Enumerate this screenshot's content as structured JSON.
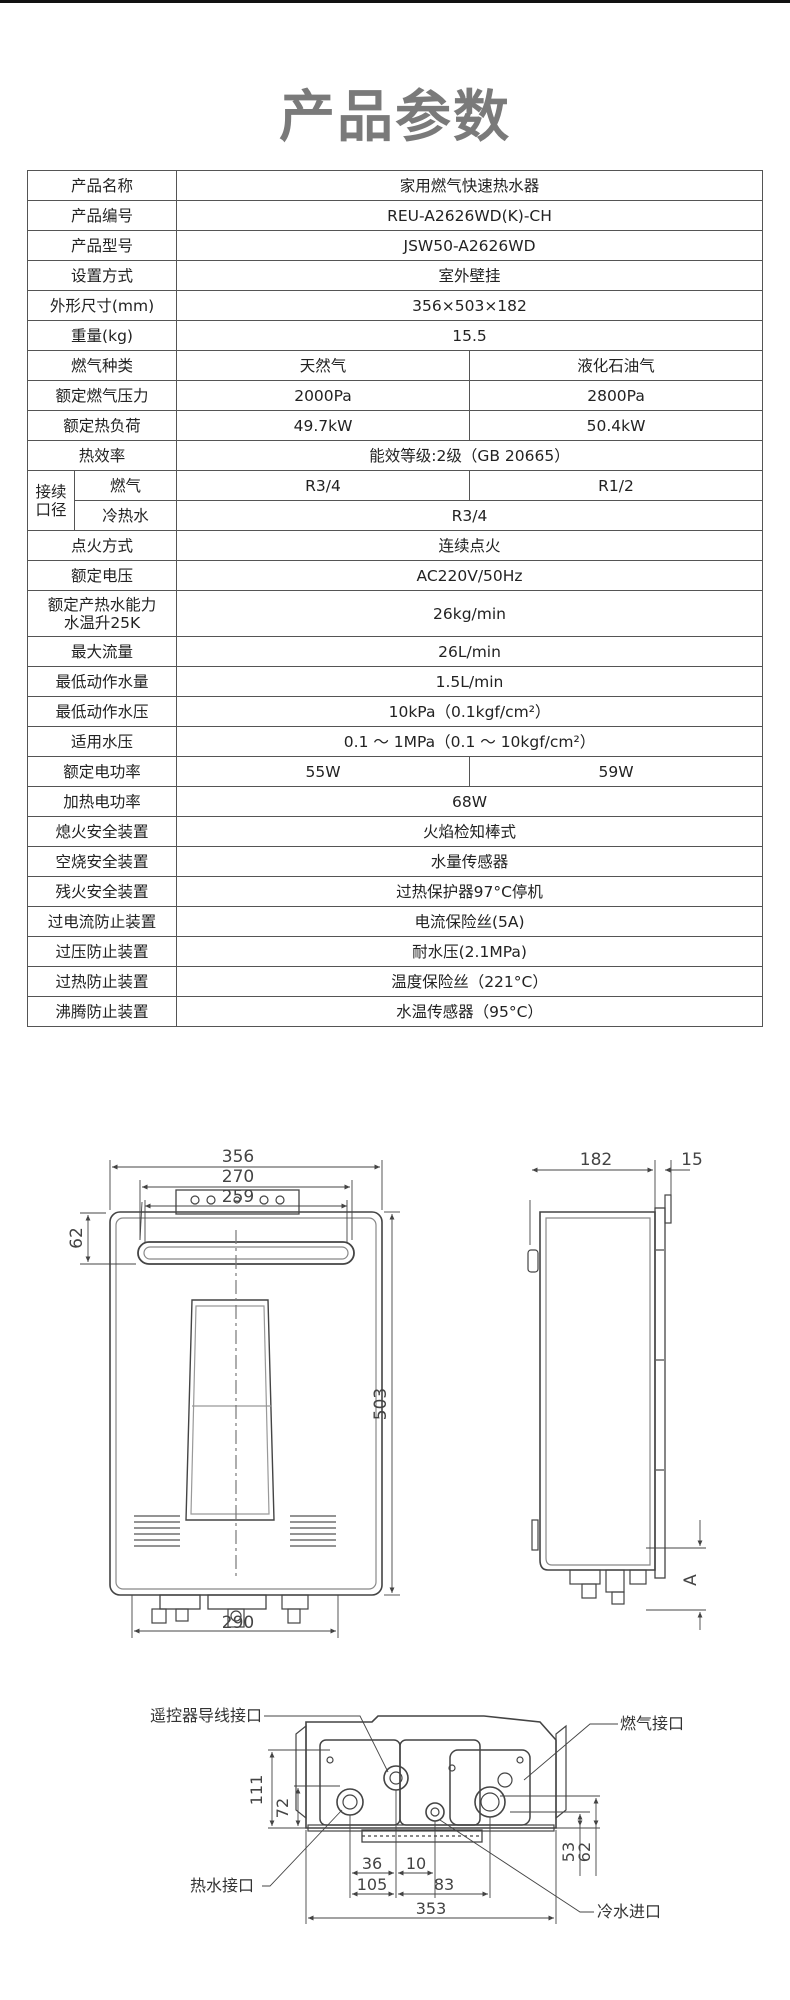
{
  "title": "产品参数",
  "specs": {
    "name": {
      "label": "产品名称",
      "value": "家用燃气快速热水器"
    },
    "code": {
      "label": "产品编号",
      "value": "REU-A2626WD(K)-CH"
    },
    "model": {
      "label": "产品型号",
      "value": "JSW50-A2626WD"
    },
    "install": {
      "label": "设置方式",
      "value": "室外壁挂"
    },
    "size": {
      "label": "外形尺寸(mm)",
      "value": "356×503×182"
    },
    "weight": {
      "label": "重量(kg)",
      "value": "15.5"
    },
    "gas_type": {
      "label": "燃气种类",
      "natural": "天然气",
      "lpg": "液化石油气"
    },
    "gas_pressure": {
      "label": "额定燃气压力",
      "natural": "2000Pa",
      "lpg": "2800Pa"
    },
    "heat_load": {
      "label": "额定热负荷",
      "natural": "49.7kW",
      "lpg": "50.4kW"
    },
    "efficiency": {
      "label": "热效率",
      "value": "能效等级:2级（GB 20665）"
    },
    "connection": {
      "label": "接续口径",
      "gas_label": "燃气",
      "gas_natural": "R3/4",
      "gas_lpg": "R1/2",
      "water_label": "冷热水",
      "water_value": "R3/4"
    },
    "ignition": {
      "label": "点火方式",
      "value": "连续点火"
    },
    "voltage": {
      "label": "额定电压",
      "value": "AC220V/50Hz"
    },
    "capacity": {
      "label_line1": "额定产热水能力",
      "label_line2": "水温升25K",
      "value": "26kg/min"
    },
    "max_flow": {
      "label": "最大流量",
      "value": "26L/min"
    },
    "min_water": {
      "label": "最低动作水量",
      "value": "1.5L/min"
    },
    "min_pressure": {
      "label": "最低动作水压",
      "value": "10kPa（0.1kgf/cm²）"
    },
    "water_pressure": {
      "label": "适用水压",
      "value": "0.1 ～ 1MPa（0.1 ～ 10kgf/cm²）"
    },
    "power": {
      "label": "额定电功率",
      "natural": "55W",
      "lpg": "59W"
    },
    "heating_power": {
      "label": "加热电功率",
      "value": "68W"
    },
    "flameout": {
      "label": "熄火安全装置",
      "value": "火焰检知棒式"
    },
    "dry_burn": {
      "label": "空烧安全装置",
      "value": "水量传感器"
    },
    "residual": {
      "label": "残火安全装置",
      "value": "过热保护器97°C停机"
    },
    "overcurrent": {
      "label": "过电流防止装置",
      "value": "电流保险丝(5A)"
    },
    "overpressure": {
      "label": "过压防止装置",
      "value": "耐水压(2.1MPa)"
    },
    "overheat": {
      "label": "过热防止装置",
      "value": "温度保险丝（221°C）"
    },
    "boiling": {
      "label": "沸腾防止装置",
      "value": "水温传感器（95°C）"
    }
  },
  "front_view": {
    "dim_356": "356",
    "dim_270": "270",
    "dim_259": "259",
    "dim_62": "62",
    "dim_503": "503",
    "dim_290": "290"
  },
  "side_view": {
    "dim_182": "182",
    "dim_15": "15",
    "dim_a": "A"
  },
  "bottom_view": {
    "remote_label": "遥控器导线接口",
    "gas_label": "燃气接口",
    "hot_label": "热水接口",
    "cold_label": "冷水进口",
    "dim_111": "111",
    "dim_72": "72",
    "dim_53": "53",
    "dim_62": "62",
    "dim_36": "36",
    "dim_10": "10",
    "dim_105": "105",
    "dim_83": "83",
    "dim_353": "353"
  }
}
